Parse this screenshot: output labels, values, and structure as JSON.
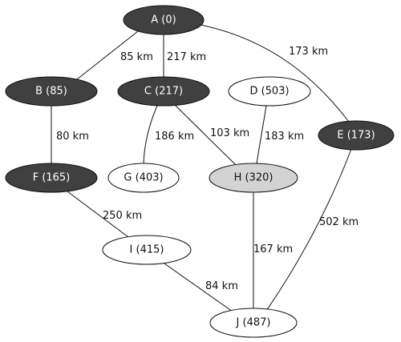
{
  "colors": {
    "visited": "#404040",
    "current": "#d3d3d3",
    "unvisited": "#ffffff",
    "visited_text": "#ffffff",
    "default_text": "#111111",
    "edge": "#111111"
  },
  "nodes": [
    {
      "id": "A",
      "label": "A (0)",
      "state": "visited"
    },
    {
      "id": "B",
      "label": "B (85)",
      "state": "visited"
    },
    {
      "id": "C",
      "label": "C (217)",
      "state": "visited"
    },
    {
      "id": "D",
      "label": "D (503)",
      "state": "unvisited"
    },
    {
      "id": "E",
      "label": "E (173)",
      "state": "visited"
    },
    {
      "id": "F",
      "label": "F (165)",
      "state": "visited"
    },
    {
      "id": "G",
      "label": "G (403)",
      "state": "unvisited"
    },
    {
      "id": "H",
      "label": "H (320)",
      "state": "current"
    },
    {
      "id": "I",
      "label": "I (415)",
      "state": "unvisited"
    },
    {
      "id": "J",
      "label": "J (487)",
      "state": "unvisited"
    }
  ],
  "edges": [
    {
      "from": "A",
      "to": "B",
      "label": "85 km"
    },
    {
      "from": "A",
      "to": "C",
      "label": "217 km"
    },
    {
      "from": "A",
      "to": "E",
      "label": "173 km"
    },
    {
      "from": "B",
      "to": "F",
      "label": "80 km"
    },
    {
      "from": "C",
      "to": "G",
      "label": "186 km"
    },
    {
      "from": "C",
      "to": "H",
      "label": "103 km"
    },
    {
      "from": "D",
      "to": "H",
      "label": "183 km"
    },
    {
      "from": "F",
      "to": "I",
      "label": "250 km"
    },
    {
      "from": "H",
      "to": "J",
      "label": "167 km"
    },
    {
      "from": "E",
      "to": "J",
      "label": "502 km"
    },
    {
      "from": "I",
      "to": "J",
      "label": "84 km"
    }
  ]
}
